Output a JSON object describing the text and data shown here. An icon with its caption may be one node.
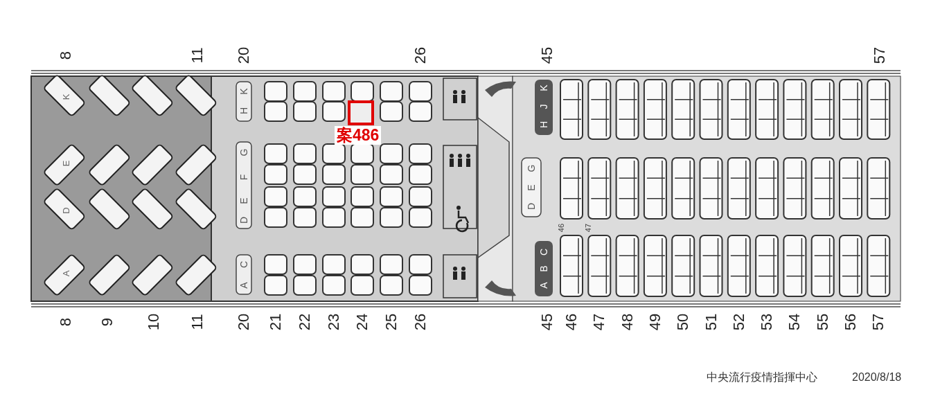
{
  "diagram": {
    "nodes": [
      {
        "text": [],
        "shape": "box",
        "beside": [
          "案486"
        ]
      }
    ],
    "labels": [
      "8",
      "11",
      "20",
      "26",
      "45",
      "57",
      "K",
      "E",
      "D",
      "A",
      "K",
      "H",
      "G",
      "F",
      "E",
      "D",
      "C",
      "A",
      "K",
      "J",
      "H",
      "G",
      "E",
      "D",
      "C",
      "B",
      "A",
      "46",
      "47",
      "8",
      "9",
      "10",
      "11",
      "20",
      "21",
      "22",
      "23",
      "24",
      "25",
      "26",
      "45",
      "46",
      "47",
      "48",
      "49",
      "50",
      "51",
      "52",
      "53",
      "54",
      "55",
      "56",
      "57",
      "中央流行疫情指揮中心",
      "2020/8/18"
    ]
  }
}
